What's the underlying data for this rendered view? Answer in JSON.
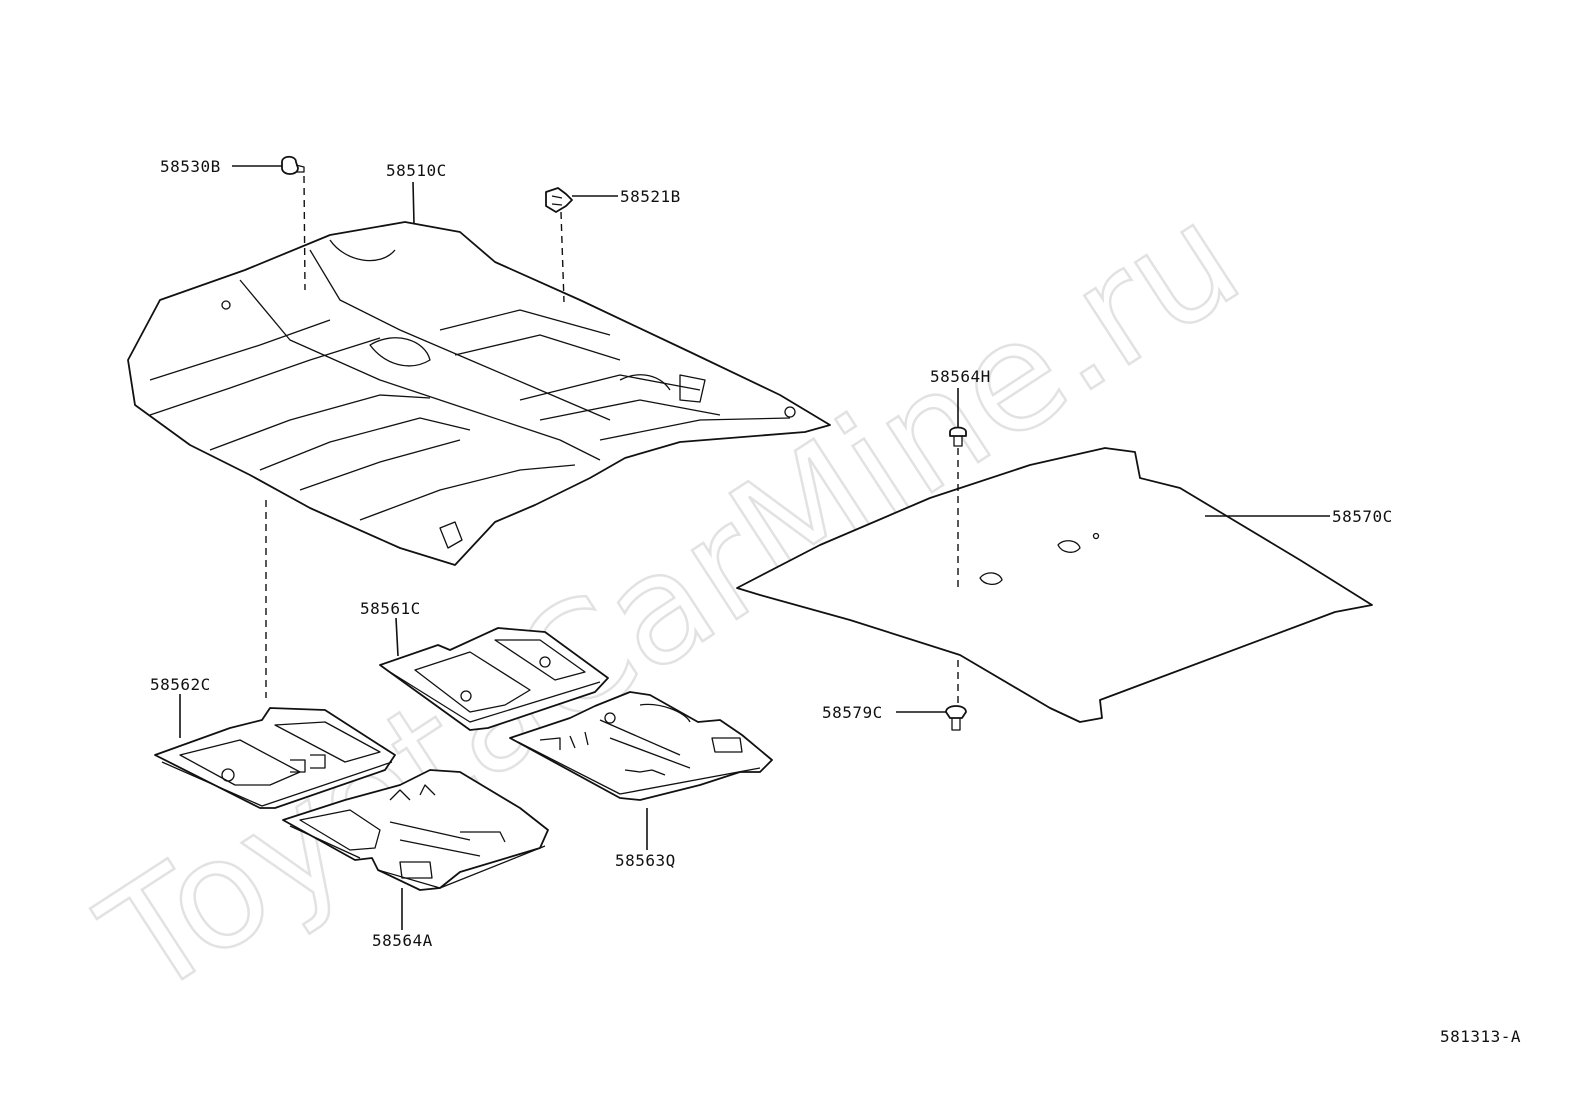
{
  "watermark": "ToyotaCarMine.ru",
  "diagram_code": "581313-A",
  "parts": {
    "p58530B": "58530B",
    "p58510C": "58510C",
    "p58521B": "58521B",
    "p58564H": "58564H",
    "p58570C": "58570C",
    "p58579C": "58579C",
    "p58561C": "58561C",
    "p58562C": "58562C",
    "p58563Q": "58563Q",
    "p58564A": "58564A"
  }
}
